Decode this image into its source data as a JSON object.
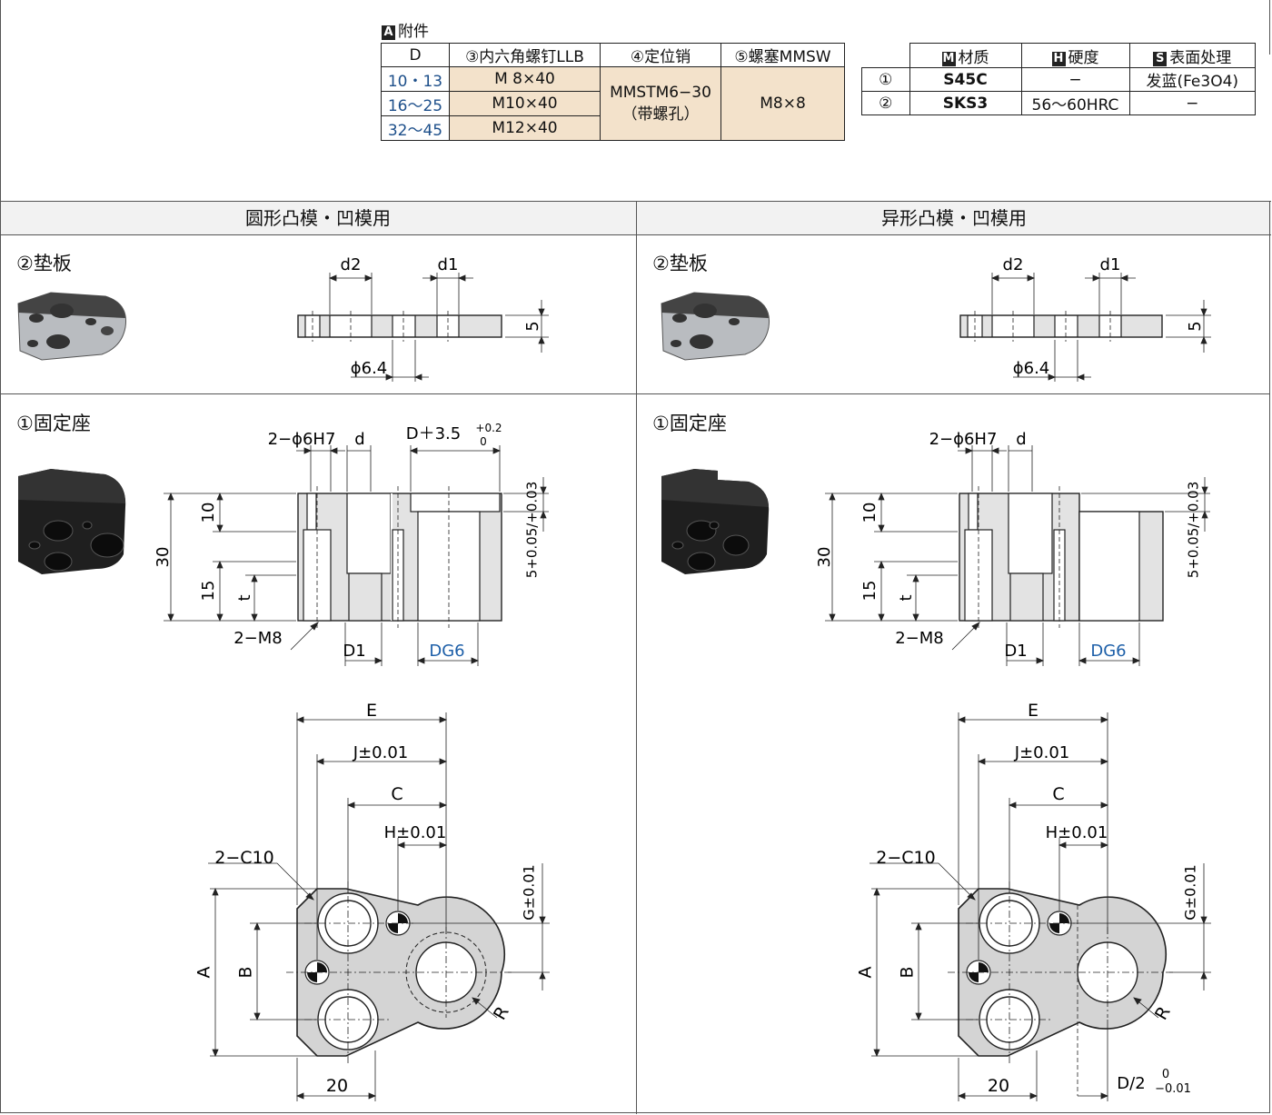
{
  "accessories": {
    "badge": "A",
    "title": "附件",
    "headers": [
      "D",
      "③内六角螺钉LLB",
      "④定位销",
      "⑤螺塞MMSW"
    ],
    "rows": [
      {
        "d": "10・13",
        "screw": "M  8×40"
      },
      {
        "d": "16～25",
        "screw": "M10×40"
      },
      {
        "d": "32～45",
        "screw": "M12×40"
      }
    ],
    "pin_line1": "MMSTM6−30",
    "pin_line2": "（带螺孔）",
    "plug": "M8×8"
  },
  "materials": {
    "headers": [
      {
        "badge": "M",
        "label": "材质"
      },
      {
        "badge": "H",
        "label": "硬度"
      },
      {
        "badge": "S",
        "label": "表面处理"
      }
    ],
    "rows": [
      {
        "no": "①",
        "material": "S45C",
        "hardness": "−",
        "surface": "发蓝(Fe3O4)"
      },
      {
        "no": "②",
        "material": "SKS3",
        "hardness": "56～60HRC",
        "surface": "−"
      }
    ]
  },
  "columns": {
    "left": "圆形凸模・凹模用",
    "right": "异形凸模・凹模用"
  },
  "sections": {
    "backing_plate": "②垫板",
    "fixing_seat": "①固定座"
  },
  "dims": {
    "d2": "d2",
    "d1": "d1",
    "phi64": "ϕ6.4",
    "five": "5",
    "pin_holes": "2−ϕ6H7",
    "d": "d",
    "counterbore": "D＋3.5",
    "cb_tol_upper": "+0.2",
    "cb_tol_lower": "0",
    "ten": "10",
    "thirty": "30",
    "fifteen": "15",
    "t": "t",
    "m8": "2−M8",
    "D1": "D1",
    "DG6": "DG6",
    "five_tol": "5+0.05/+0.03",
    "E": "E",
    "J": "J±0.01",
    "C": "C",
    "H": "H±0.01",
    "chamfer": "2−C10",
    "G": "G±0.01",
    "A": "A",
    "B": "B",
    "R": "R",
    "twenty": "20",
    "half_d": "D/2",
    "half_d_upper": "0",
    "half_d_lower": "−0.01"
  }
}
